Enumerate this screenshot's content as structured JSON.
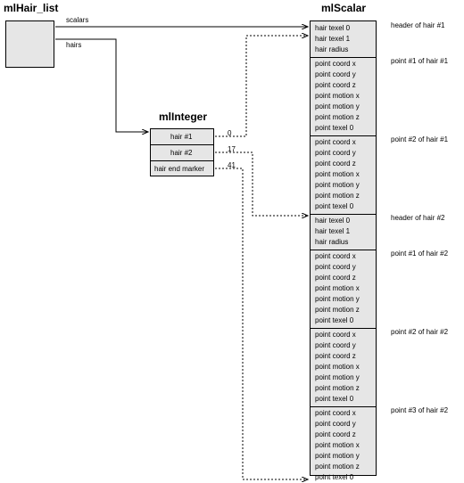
{
  "titles": {
    "hair_list": "mlHair_list",
    "integer": "mlInteger",
    "scalar": "mlScalar"
  },
  "links": {
    "scalars": "scalars",
    "hairs": "hairs"
  },
  "integer_cells": [
    "hair #1",
    "hair #2",
    "hair end marker"
  ],
  "offsets": [
    "0",
    "17",
    "41"
  ],
  "groups": [
    {
      "label": "header of hair #1",
      "items": [
        "hair texel 0",
        "hair texel 1",
        "hair radius"
      ]
    },
    {
      "label": "point #1 of hair #1",
      "items": [
        "point coord x",
        "point coord y",
        "point coord z",
        "point motion x",
        "point motion y",
        "point motion z",
        "point texel 0"
      ]
    },
    {
      "label": "point #2 of hair #1",
      "items": [
        "point coord x",
        "point coord y",
        "point coord z",
        "point motion x",
        "point motion y",
        "point motion z",
        "point texel 0"
      ]
    },
    {
      "label": "header of hair #2",
      "items": [
        "hair texel 0",
        "hair texel 1",
        "hair radius"
      ]
    },
    {
      "label": "point #1 of hair #2",
      "items": [
        "point coord x",
        "point coord y",
        "point coord z",
        "point motion x",
        "point motion y",
        "point motion z",
        "point texel 0"
      ]
    },
    {
      "label": "point #2 of hair #2",
      "items": [
        "point coord x",
        "point coord y",
        "point coord z",
        "point motion x",
        "point motion y",
        "point motion z",
        "point texel 0"
      ]
    },
    {
      "label": "point #3 of hair #2",
      "items": [
        "point coord x",
        "point coord y",
        "point coord z",
        "point motion x",
        "point motion y",
        "point motion z",
        "point texel 0"
      ]
    }
  ]
}
